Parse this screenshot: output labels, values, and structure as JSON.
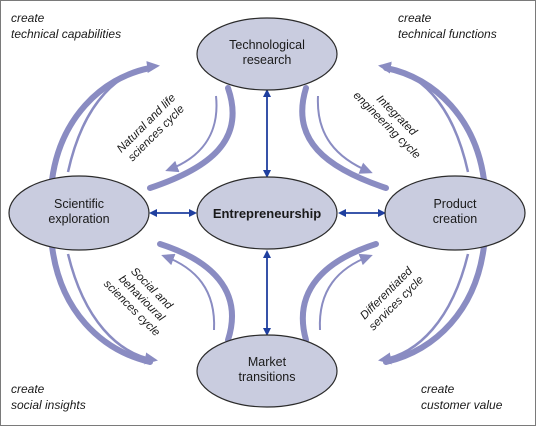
{
  "colors": {
    "node_fill": "#c9ccdf",
    "node_stroke": "#2b2b2b",
    "cycle_arc": "#8a8cc2",
    "arrow_blue": "#1f3f9f",
    "frame": "#7a7a7a"
  },
  "nodes": {
    "technological_research": [
      "Technological",
      "research"
    ],
    "scientific_exploration": [
      "Scientific",
      "exploration"
    ],
    "product_creation": [
      "Product",
      "creation"
    ],
    "market_transitions": [
      "Market",
      "transitions"
    ],
    "entrepreneurship": "Entrepreneurship"
  },
  "cycles": {
    "natural_life": [
      "Natural and life",
      "sciences cycle"
    ],
    "integrated_engineering": [
      "Integrated",
      "engineering cycle"
    ],
    "social_behavioural": [
      "Social and",
      "behavioural",
      "sciences cycle"
    ],
    "differentiated_services": [
      "Differentiated",
      "services cycle"
    ]
  },
  "corners": {
    "top_left": [
      "create",
      "technical capabilities"
    ],
    "top_right": [
      "create",
      "technical functions"
    ],
    "bottom_left": [
      "create",
      "social insights"
    ],
    "bottom_right": [
      "create",
      "customer value"
    ]
  }
}
